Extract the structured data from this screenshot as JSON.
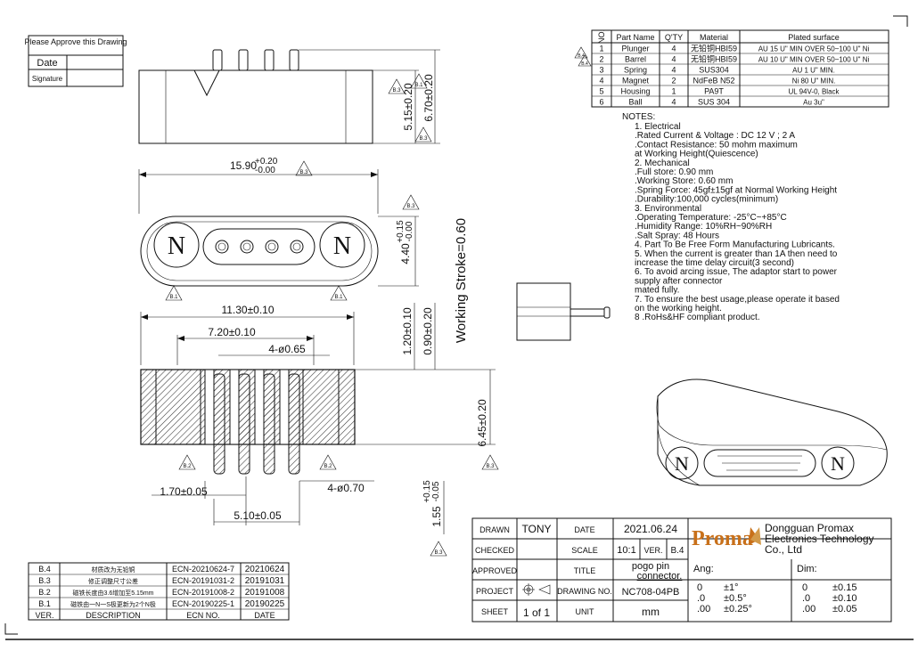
{
  "approval": {
    "title": "Please Approve this Drawing",
    "date_label": "Date",
    "signature_label": "Signature"
  },
  "parts_table": {
    "headers": [
      "NO.",
      "Part Name",
      "Q'TY",
      "Material",
      "Plated surface"
    ],
    "rows": [
      {
        "no": "1",
        "name": "Plunger",
        "qty": "4",
        "material": "无铅铜HBI59",
        "plating": "AU 15 U\" MIN OVER 50~100 U\" Ni"
      },
      {
        "no": "2",
        "name": "Barrel",
        "qty": "4",
        "material": "无铅铜HBI59",
        "plating": "AU 10 U\" MIN OVER 50~100 U\" Ni"
      },
      {
        "no": "3",
        "name": "Spring",
        "qty": "4",
        "material": "SUS304",
        "plating": "AU 1 U\" MIN."
      },
      {
        "no": "4",
        "name": "Magnet",
        "qty": "2",
        "material": "NdFeB N52",
        "plating": "Ni 80 U\" MIN."
      },
      {
        "no": "5",
        "name": "Housing",
        "qty": "1",
        "material": "PA9T",
        "plating": "UL 94V-0, Black"
      },
      {
        "no": "6",
        "name": "Ball",
        "qty": "4",
        "material": "SUS 304",
        "plating": "Au 3u\""
      }
    ],
    "rev_marks": [
      "B.4",
      "B.4"
    ]
  },
  "notes": {
    "title": "NOTES:",
    "lines": [
      "1. Electrical",
      "  .Rated Current & Voltage : DC 12 V ; 2 A",
      "  .Contact Resistance: 50 mohm maximum",
      "   at Working Height(Quiescence)",
      "2. Mechanical",
      "  .Full store: 0.90 mm",
      "  .Working Store: 0.60 mm",
      "  .Spring Force: 45gf±15gf at Normal Working Height",
      "  .Durability:100,000 cycles(minimum)",
      "3. Environmental",
      "  .Operating Temperature: -25°C~+85°C",
      "  .Humidity Range: 10%RH~90%RH",
      "  .Salt Spray: 48 Hours",
      "4. Part To Be Free Form Manufacturing Lubricants.",
      "5. When the current is greater than 1A then need to",
      "   increase the time delay circuit(3 second)",
      "6. To avoid arcing issue, The adaptor start to power",
      "   supply after connector",
      "   mated fully.",
      "7. To ensure the best usage,please operate it based",
      "   on the working height.",
      "8 .RoHs&HF compliant product."
    ]
  },
  "dimensions": {
    "d_5_15": "5.15±0.20",
    "d_6_70": "6.70±0.20",
    "d_15_90": "15.90+0.20/-0.00",
    "d_15_90_main": "15.90",
    "d_15_90_up": "+0.20",
    "d_15_90_low": "-0.00",
    "d_4_40_main": "4.40",
    "d_4_40_up": "+0.15",
    "d_4_40_low": "-0.00",
    "working_stroke": "Working Stroke=0.60",
    "d_11_30": "11.30±0.10",
    "d_7_20": "7.20±0.10",
    "d_4_065": "4-ø0.65",
    "d_1_20": "1.20±0.10",
    "d_0_90": "0.90±0.20",
    "d_6_45": "6.45±0.20",
    "d_1_70": "1.70±0.05",
    "d_4_070": "4-ø0.70",
    "d_5_10": "5.10±0.05",
    "d_1_55_main": "1.55",
    "d_1_55_up": "+0.15",
    "d_1_55_low": "-0.05",
    "magnet_letter": "N"
  },
  "rev_tags": [
    "B.3",
    "B.3",
    "B.3",
    "B.3",
    "B.1",
    "B.1",
    "B.2",
    "B.2",
    "B.3",
    "B.3",
    "B.1"
  ],
  "revision_table": {
    "rows": [
      {
        "ver": "B.4",
        "desc": "材质改为无铅铜",
        "ecn": "ECN-20210624-7",
        "date": "20210624"
      },
      {
        "ver": "B.3",
        "desc": "修正调整尺寸公差",
        "ecn": "ECN-20191031-2",
        "date": "20191031"
      },
      {
        "ver": "B.2",
        "desc": "磁铁长度由3.6增加至5.15mm",
        "ecn": "ECN-20191008-2",
        "date": "20191008"
      },
      {
        "ver": "B.1",
        "desc": "磁铁由一N一S极更新为2个N极",
        "ecn": "ECN-20190225-1",
        "date": "20190225"
      }
    ],
    "headers": {
      "ver": "VER.",
      "desc": "DESCRIPTION",
      "ecn": "ECN NO.",
      "date": "DATE"
    }
  },
  "title_block": {
    "drawn_label": "DRAWN",
    "drawn": "TONY",
    "date_label": "DATE",
    "date": "2021.06.24",
    "checked_label": "CHECKED",
    "scale_label": "SCALE",
    "scale": "10:1",
    "ver_label": "VER.",
    "ver": "B.4",
    "approved_label": "APPROVED",
    "title_label": "TITLE",
    "title_line1": "pogo pin",
    "title_line2": "connector.",
    "project_label": "PROJECT",
    "drawing_no_label": "DRAWING NO.",
    "drawing_no": "NC708-04PB",
    "sheet_label": "SHEET",
    "sheet": "1 of 1",
    "unit_label": "UNIT",
    "unit": "mm",
    "logo": "Proma",
    "company_line1": "Dongguan Promax",
    "company_line2": "Electronics Technology",
    "company_line3": "Co., Ltd",
    "ang_label": "Ang:",
    "dim_label": "Dim:",
    "ang_rows": [
      [
        "0",
        "±1°"
      ],
      [
        ".0",
        "±0.5°"
      ],
      [
        ".00",
        "±0.25°"
      ]
    ],
    "dim_rows": [
      [
        "0",
        "±0.15"
      ],
      [
        ".0",
        "±0.10"
      ],
      [
        ".00",
        "±0.05"
      ]
    ]
  }
}
